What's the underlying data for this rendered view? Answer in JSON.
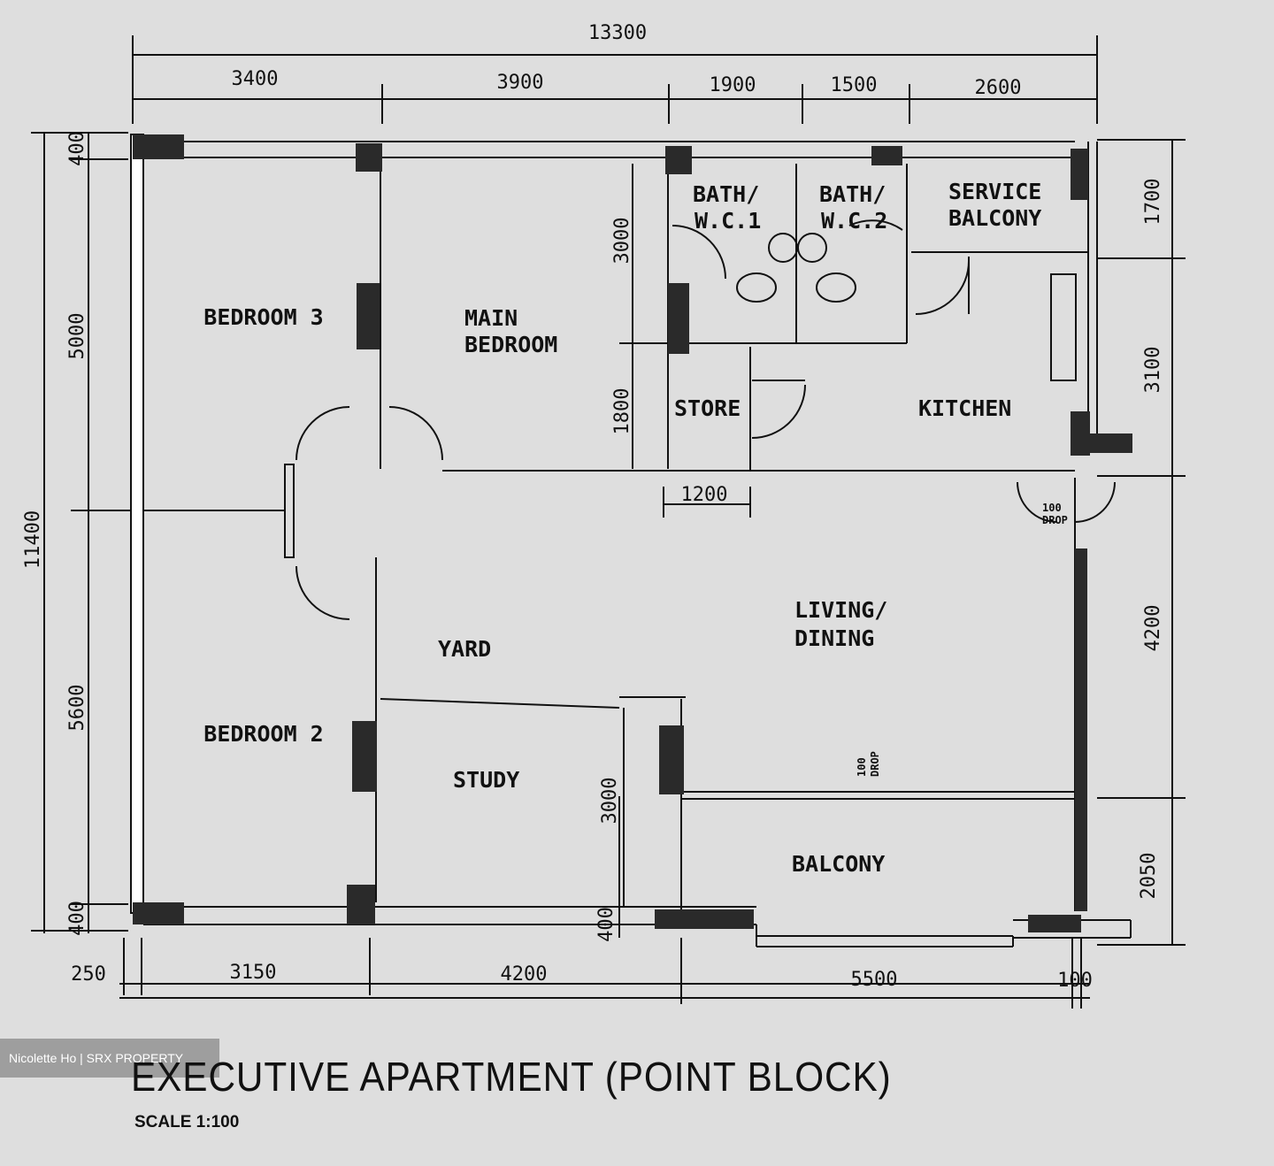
{
  "plan": {
    "title": "EXECUTIVE APARTMENT (POINT BLOCK)",
    "scale": "SCALE 1:100",
    "watermark": "Nicolette Ho | SRX PROPERTY",
    "rooms": {
      "bedroom3": "BEDROOM 3",
      "main_bedroom_1": "MAIN",
      "main_bedroom_2": "BEDROOM",
      "bath1_1": "BATH/",
      "bath1_2": "W.C.1",
      "bath2_1": "BATH/",
      "bath2_2": "W.C.2",
      "service_balcony_1": "SERVICE",
      "service_balcony_2": "BALCONY",
      "store": "STORE",
      "kitchen": "KITCHEN",
      "hall": "YARD",
      "living_1": "LIVING/",
      "living_2": "DINING",
      "bedroom2": "BEDROOM 2",
      "study": "STUDY",
      "balcony": "BALCONY",
      "drop_1": "100",
      "drop_2": "DROP"
    },
    "dims_top": {
      "total": "13300",
      "d1": "3400",
      "d2": "3900",
      "d3": "1900",
      "d4": "1500",
      "d5": "2600"
    },
    "dims_bottom": {
      "d0": "250",
      "d1": "3150",
      "d2": "4200",
      "d3": "5500",
      "d4": "100"
    },
    "dims_left": {
      "total": "11400",
      "top": "400",
      "upper": "5000",
      "lower": "5600",
      "bottom": "400"
    },
    "dims_right": {
      "d1": "1700",
      "d2": "3100",
      "d3": "4200",
      "d4": "2050"
    },
    "dims_inner": {
      "main_bed": "3000",
      "store_h": "1800",
      "store_w": "1200",
      "study_h": "3000",
      "study_gap": "400"
    }
  }
}
